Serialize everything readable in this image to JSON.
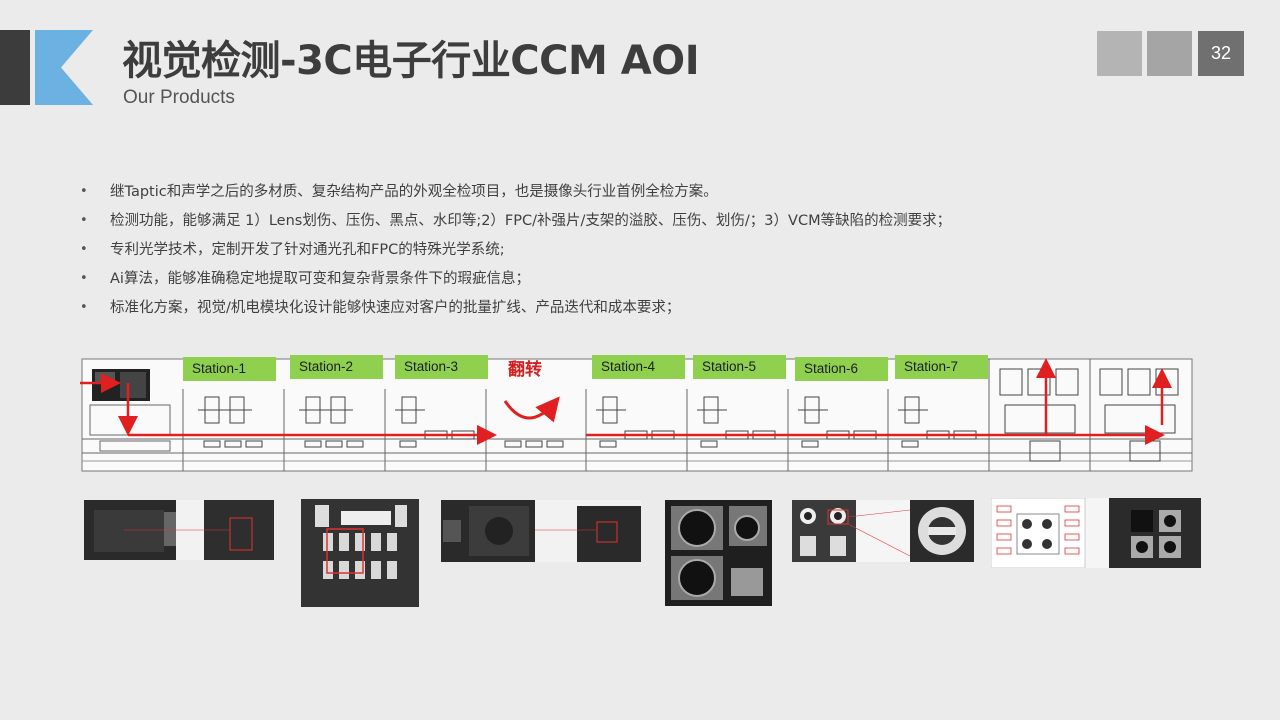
{
  "header": {
    "title": "视觉检测-3C电子行业CCM AOI",
    "subtitle": "Our Products",
    "page_number": "32"
  },
  "colors": {
    "logo_blue": "#6bb2e3",
    "logo_dark": "#3c3c3c",
    "station_green": "#8fd14f",
    "arrow_red": "#e02020"
  },
  "bullets": [
    "继Taptic和声学之后的多材质、复杂结构产品的外观全检项目，也是摄像头行业首例全检方案。",
    "检测功能，能够满足 1）Lens划伤、压伤、黑点、水印等;2）FPC/补强片/支架的溢胶、压伤、划伤/；3）VCM等缺陷的检测要求；",
    "专利光学技术，定制开发了针对通光孔和FPC的特殊光学系统;",
    "Ai算法，能够准确稳定地提取可变和复杂背景条件下的瑕疵信息；",
    "标准化方案，视觉/机电模块化设计能够快速应对客户的批量扩线、产品迭代和成本要求；"
  ],
  "stations": {
    "s1": "Station-1",
    "s2": "Station-2",
    "s3": "Station-3",
    "flip": "翻转",
    "s4": "Station-4",
    "s5": "Station-5",
    "s6": "Station-6",
    "s7": "Station-7"
  }
}
